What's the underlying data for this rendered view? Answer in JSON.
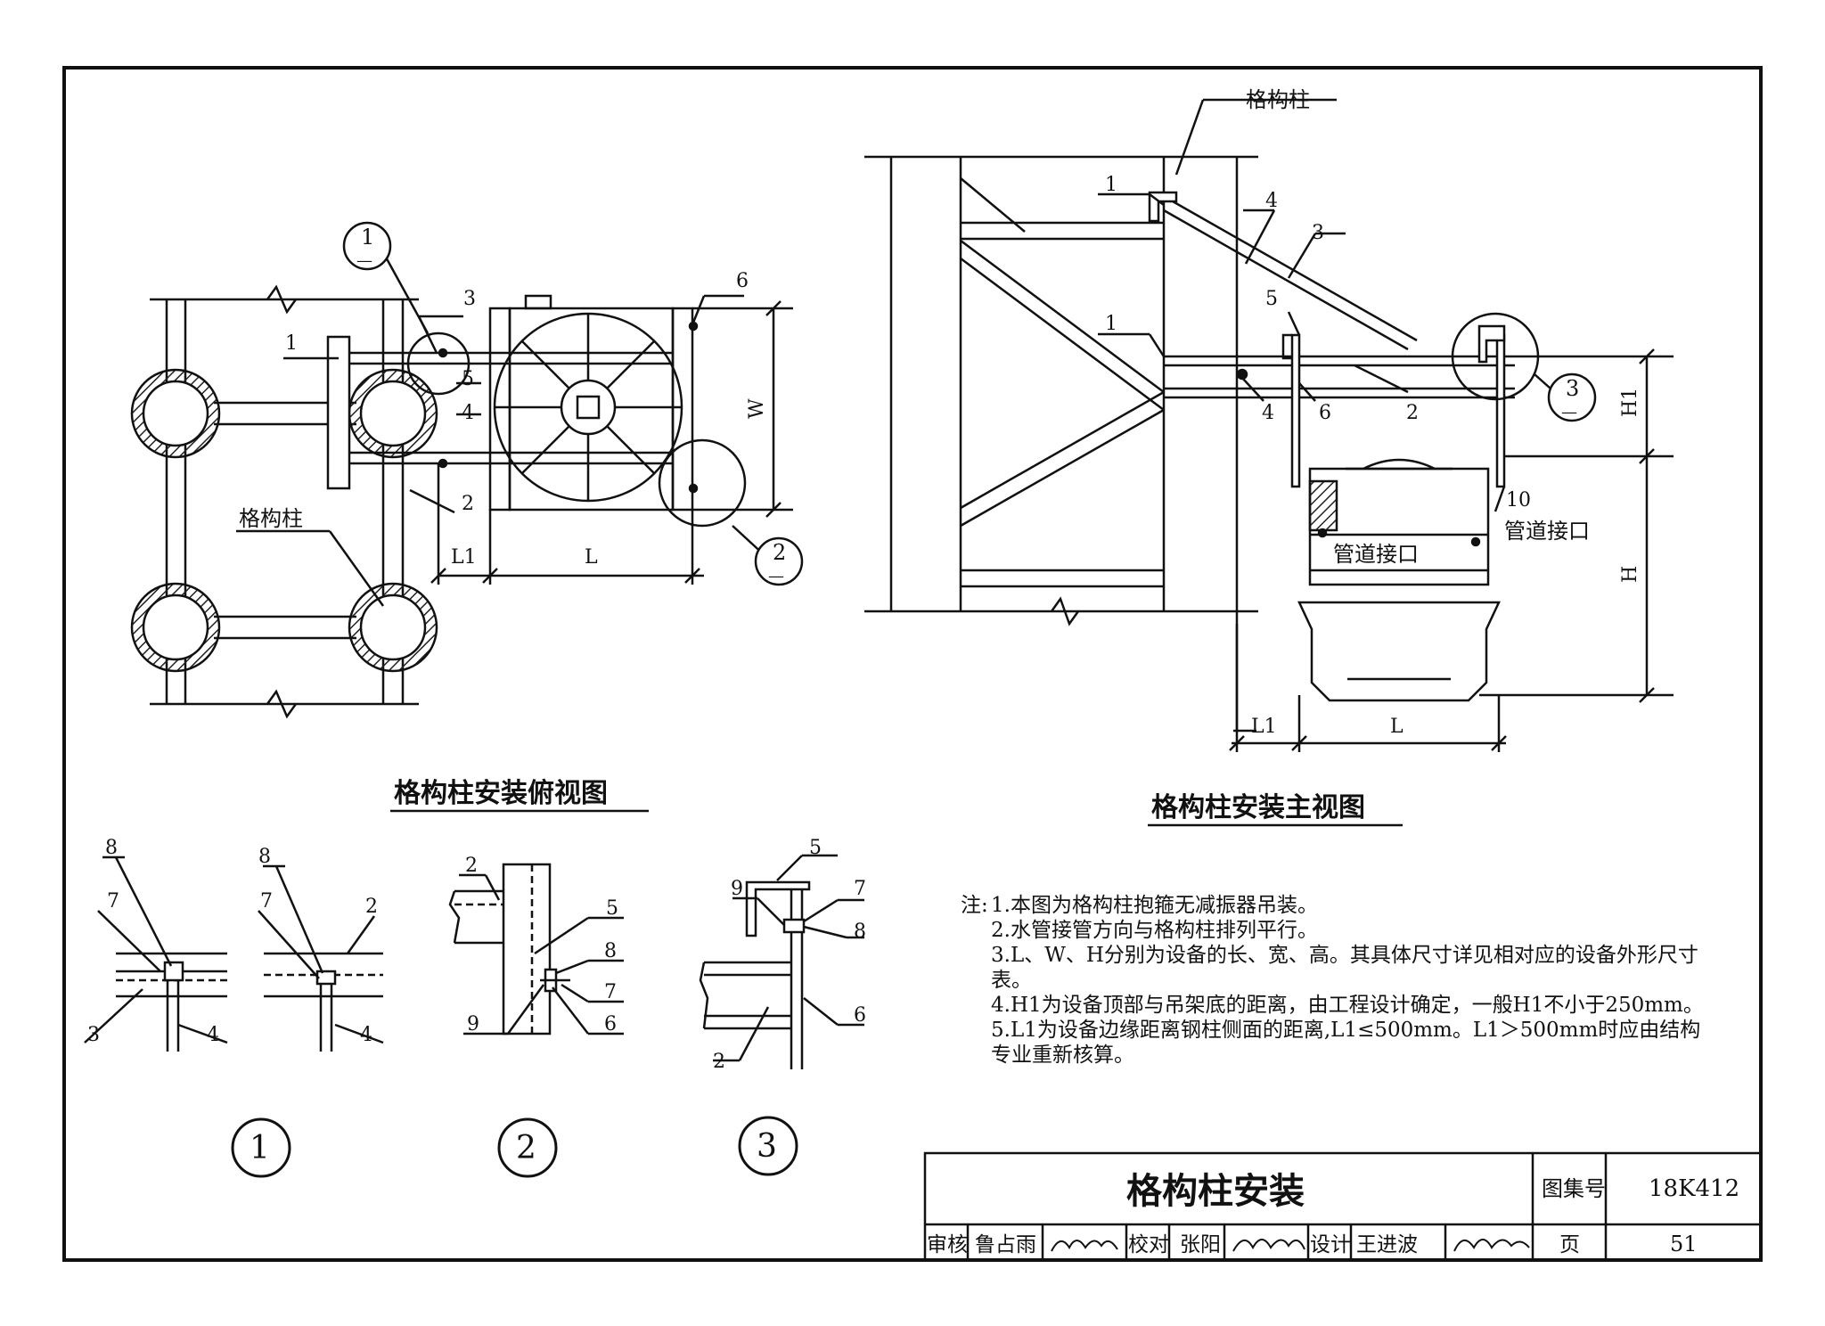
{
  "top_view": {
    "title": "格构柱安装俯视图",
    "column_label": "格构柱",
    "part_labels": [
      "1",
      "2",
      "3",
      "4",
      "5",
      "6"
    ],
    "dims": {
      "L1": "L1",
      "L": "L",
      "W": "W"
    },
    "callouts": [
      {
        "num": "1",
        "sub": "—"
      },
      {
        "num": "2",
        "sub": "—"
      }
    ]
  },
  "front_view": {
    "title": "格构柱安装主视图",
    "column_label": "格构柱",
    "part_labels": [
      "1",
      "1",
      "2",
      "3",
      "4",
      "4",
      "5",
      "6",
      "10"
    ],
    "pipe_labels": [
      "管道接口",
      "管道接口"
    ],
    "dims": {
      "H1": "H1",
      "H": "H",
      "L1": "L1",
      "L": "L"
    },
    "callouts": [
      {
        "num": "3",
        "sub": "—"
      }
    ]
  },
  "details": [
    {
      "num": "1",
      "labels_a": [
        "8",
        "7",
        "3",
        "4"
      ],
      "labels_b": [
        "8",
        "7",
        "2",
        "4"
      ]
    },
    {
      "num": "2",
      "labels": [
        "2",
        "5",
        "8",
        "9",
        "7",
        "6"
      ]
    },
    {
      "num": "3",
      "labels": [
        "5",
        "9",
        "7",
        "8",
        "2",
        "6"
      ]
    }
  ],
  "notes": {
    "prefix": "注:",
    "items": [
      "1.本图为格构柱抱箍无减振器吊装。",
      "2.水管接管方向与格构柱排列平行。",
      "3.L、W、H分别为设备的长、宽、高。其具体尺寸详见相对应的设备外形尺寸表。",
      "4.H1为设备顶部与吊架底的距离，由工程设计确定，一般H1不小于250mm。",
      "5.L1为设备边缘距离钢柱侧面的距离,L1≤500mm。L1＞500mm时应由结构专业重新核算。"
    ]
  },
  "title_block": {
    "title": "格构柱安装",
    "atlas_label": "图集号",
    "atlas_no": "18K412",
    "review_label": "审核",
    "reviewer": "鲁占雨",
    "check_label": "校对",
    "checker": "张阳",
    "design_label": "设计",
    "designer": "王进波",
    "page_label": "页",
    "page_no": "51"
  }
}
